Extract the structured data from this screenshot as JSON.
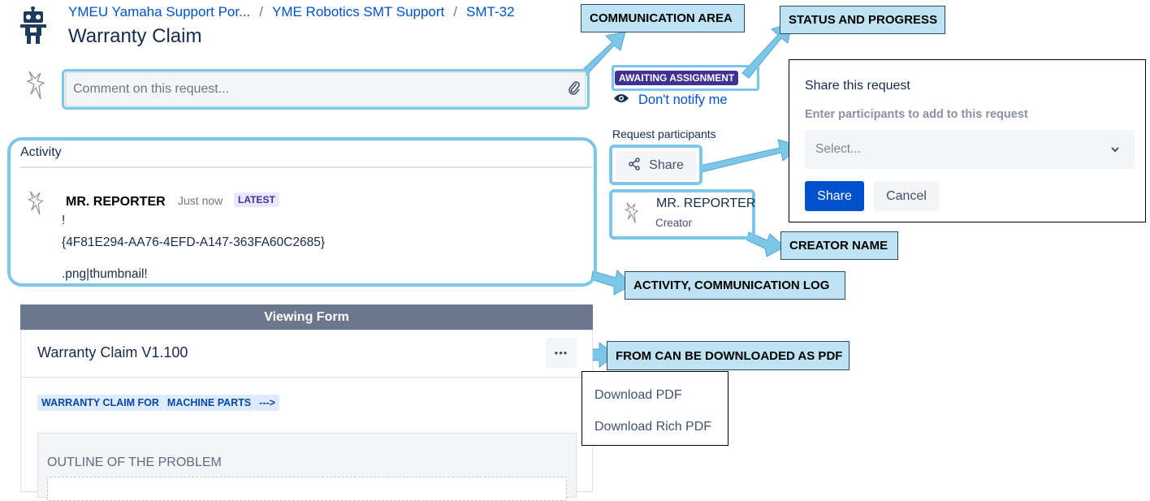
{
  "breadcrumb": {
    "items": [
      "YMEU Yamaha Support Por...",
      "YME Robotics SMT Support",
      "SMT-32"
    ],
    "separator": "/"
  },
  "page_title": "Warranty Claim",
  "comment": {
    "placeholder": "Comment on this request..."
  },
  "status": {
    "label": "AWAITING ASSIGNMENT",
    "color": "#403294"
  },
  "notify": {
    "label": "Don't notify me"
  },
  "participants": {
    "heading": "Request participants",
    "share_button": "Share",
    "creator_name": "MR. REPORTER",
    "creator_role": "Creator"
  },
  "share_dialog": {
    "title": "Share this request",
    "hint": "Enter participants to add to this request",
    "select_placeholder": "Select...",
    "share_button": "Share",
    "cancel_button": "Cancel"
  },
  "activity": {
    "heading": "Activity",
    "entry": {
      "author": "MR. REPORTER",
      "time": "Just now",
      "badge": "LATEST",
      "lines": [
        "!",
        "{4F81E294-AA76-4EFD-A147-363FA60C2685}",
        ".png|thumbnail!"
      ]
    }
  },
  "form": {
    "header": "Viewing Form",
    "title": "Warranty Claim V1.100",
    "more_label": "•••",
    "tags": [
      "WARRANTY CLAIM FOR",
      "MACHINE PARTS",
      "--->"
    ],
    "section_title": "OUTLINE OF THE PROBLEM"
  },
  "download_menu": {
    "items": [
      "Download PDF",
      "Download Rich PDF"
    ]
  },
  "callouts": {
    "communication_area": "COMMUNICATION AREA",
    "status_progress": "STATUS AND PROGRESS",
    "creator_name": "CREATOR NAME",
    "activity_log": "ACTIVITY, COMMUNICATION LOG",
    "download_pdf": "FROM CAN BE DOWNLOADED AS PDF"
  },
  "colors": {
    "accent": "#0052cc",
    "highlight": "#7cc6e9",
    "callout_bg": "#bee3f3",
    "lozenge": "#403294"
  }
}
